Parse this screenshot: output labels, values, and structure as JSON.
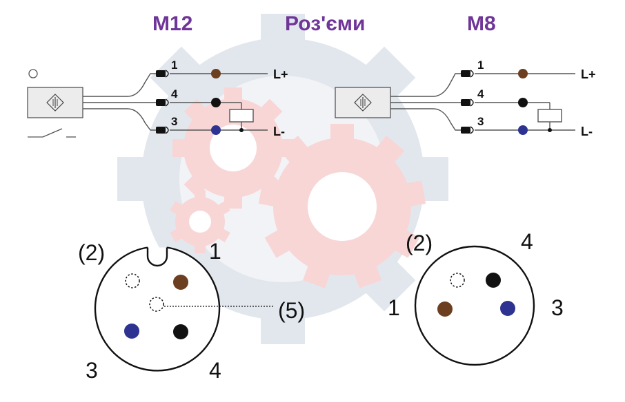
{
  "titles": {
    "left": "M12",
    "center": "Роз'єми",
    "right": "M8"
  },
  "colors": {
    "title": "#6f3598",
    "brown": "#6b3f1f",
    "black": "#111111",
    "blue": "#2e3391",
    "wire": "#555555",
    "watermark_blue": "#d9dfe9",
    "watermark_red": "#f6d1d1"
  },
  "m12_wiring": {
    "pins": [
      "1",
      "4",
      "3"
    ],
    "terminal_plus": "L+",
    "terminal_minus": "L-"
  },
  "m8_wiring": {
    "pins": [
      "1",
      "4",
      "3"
    ],
    "terminal_plus": "L+",
    "terminal_minus": "L-"
  },
  "m12_face": {
    "labels": {
      "pin2": "(2)",
      "pin1": "1",
      "pin5": "(5)",
      "pin3": "3",
      "pin4": "4"
    }
  },
  "m8_face": {
    "labels": {
      "pin2": "(2)",
      "pin4": "4",
      "pin1": "1",
      "pin3": "3"
    }
  }
}
